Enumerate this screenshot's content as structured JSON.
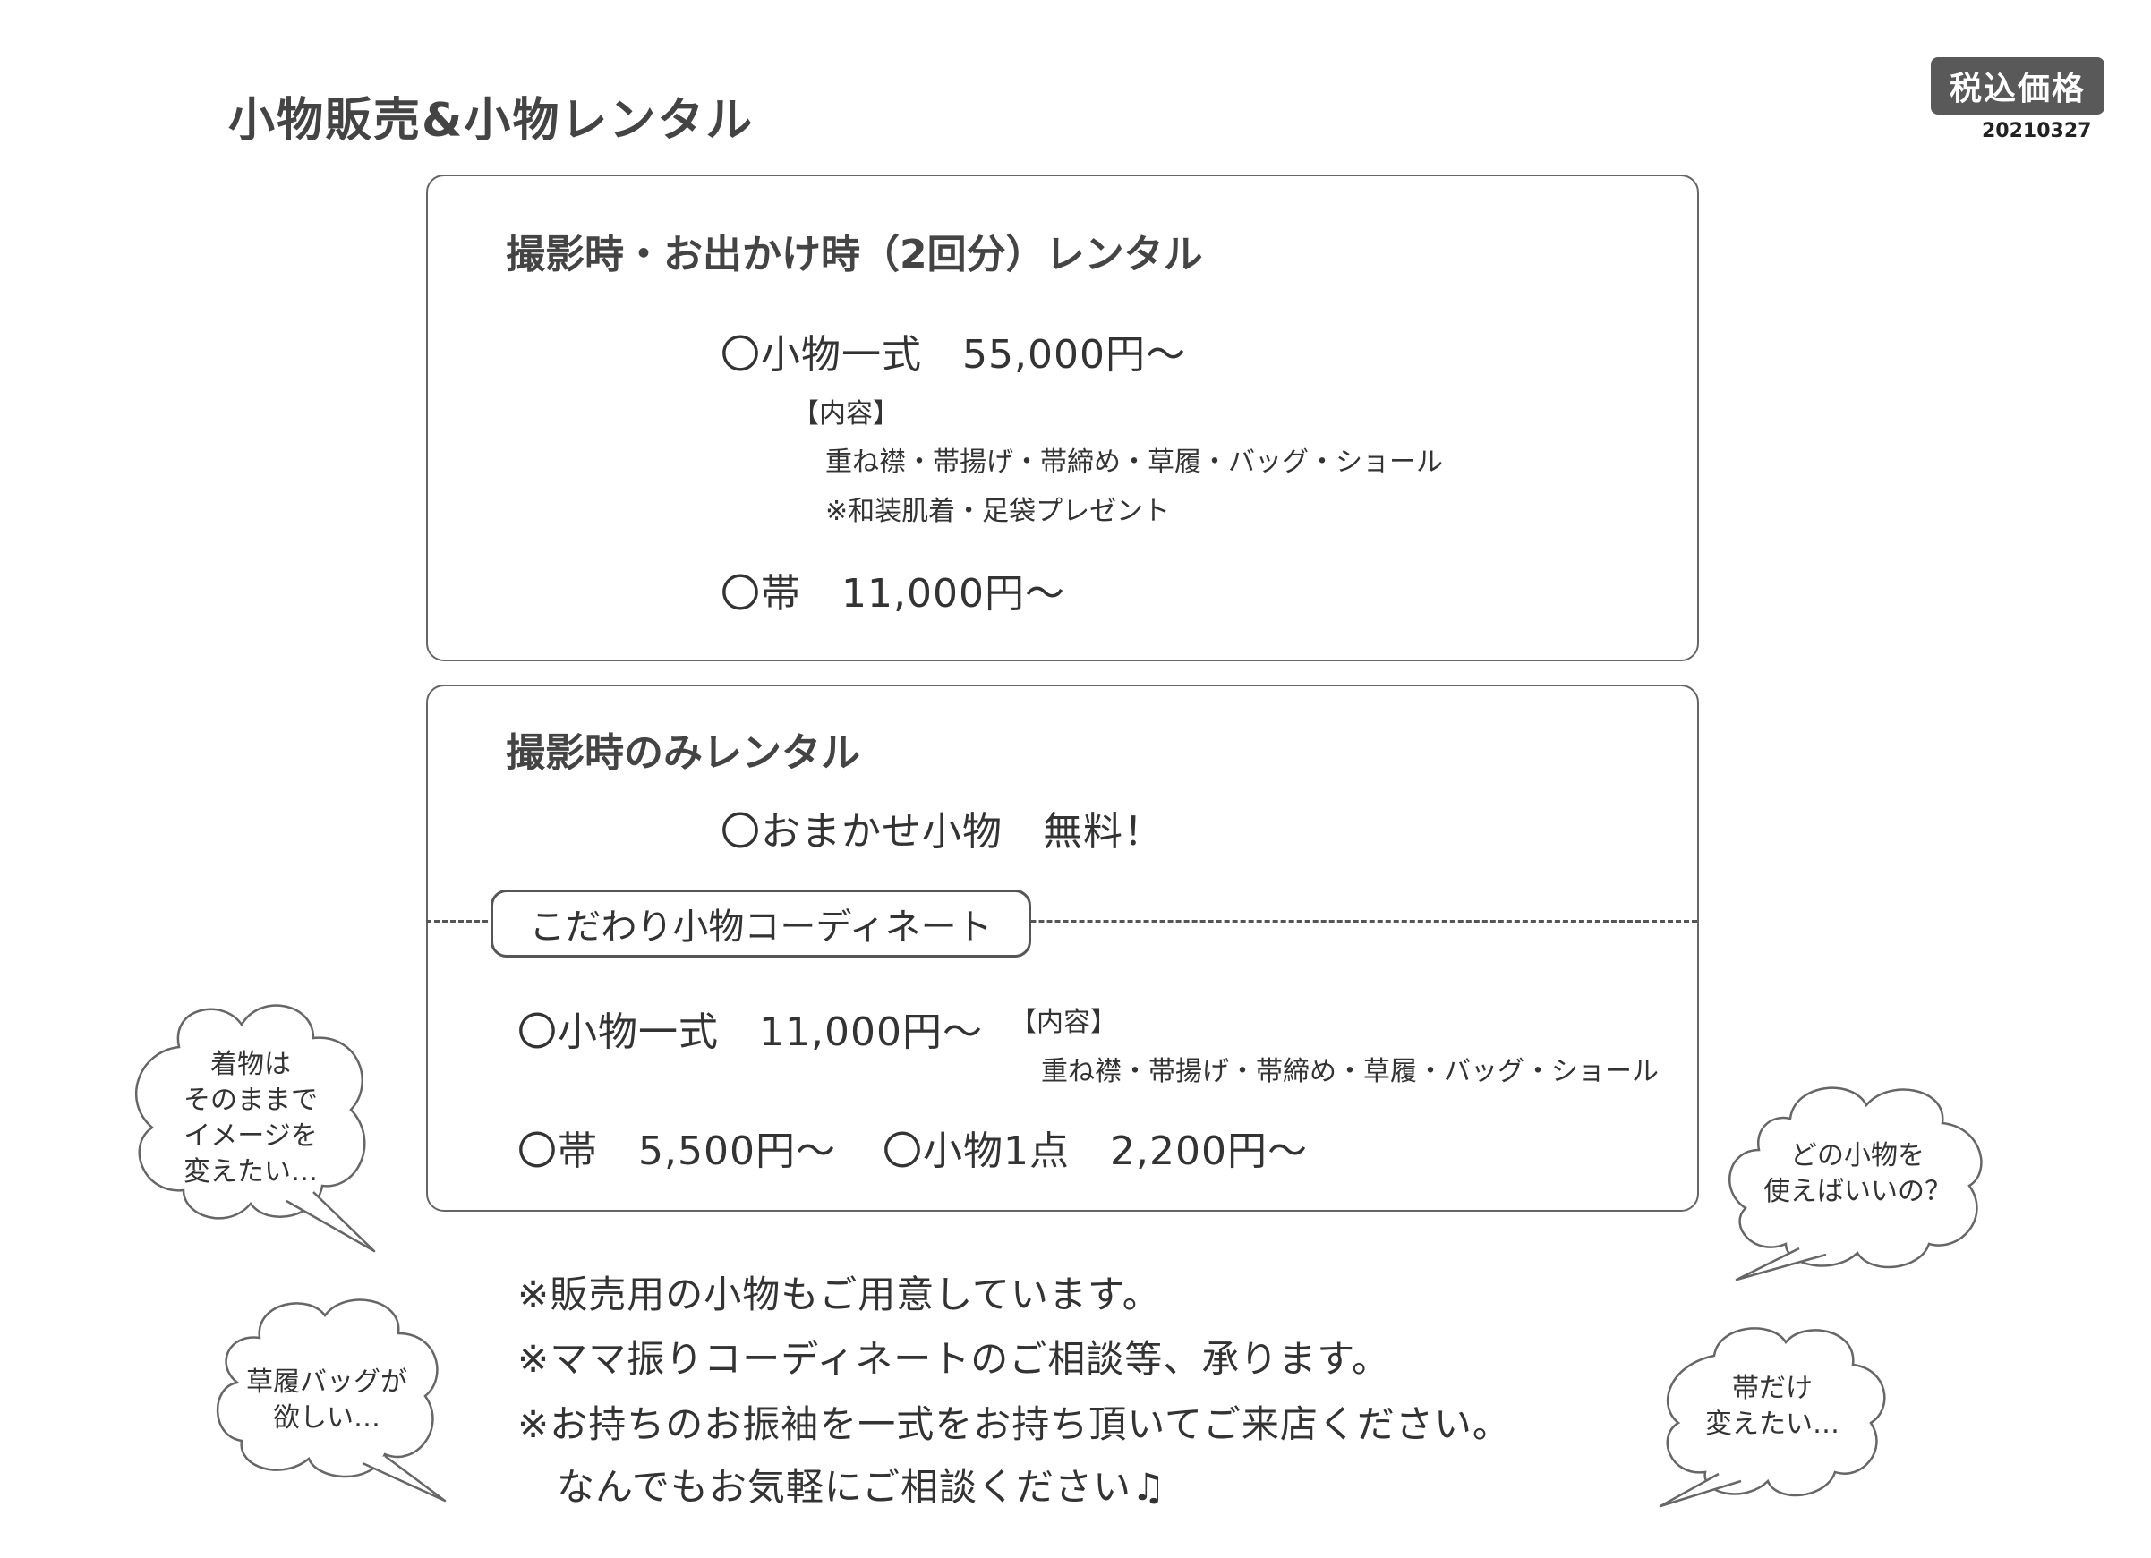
{
  "header": {
    "title": "小物販売&小物レンタル",
    "tax_badge": "税込価格",
    "date_code": "20210327"
  },
  "section1": {
    "heading": "撮影時・お出かけ時（2回分）レンタル",
    "set_item": "〇小物一式　55,000円～",
    "contents_label": "【内容】",
    "contents_line": "重ね襟・帯揚げ・帯締め・草履・バッグ・ショール",
    "present_line": "※和装肌着・足袋プレゼント",
    "obi_item": "〇帯　11,000円～"
  },
  "section2": {
    "heading": "撮影時のみレンタル",
    "free_item": "〇おまかせ小物　無料！",
    "coordinate_tab": "こだわり小物コーディネート",
    "set_item": "〇小物一式　11,000円～",
    "contents_label": "【内容】",
    "contents_line": "重ね襟・帯揚げ・帯締め・草履・バッグ・ショール",
    "obi_item": "〇帯　5,500円～",
    "single_item": "〇小物1点　2,200円～"
  },
  "notes": [
    "※販売用の小物もご用意しています。",
    "※ママ振りコーディネートのご相談等、承ります。",
    "※お持ちのお振袖を一式をお持ち頂いてご来店ください。",
    "なんでもお気軽にご相談ください♫"
  ],
  "bubbles": {
    "kimono": "着物は\nそのままで\nイメージを\n変えたい…",
    "zori_bag": "草履バッグが\n欲しい…",
    "which_item": "どの小物を\n使えばいいの？",
    "obi_only": "帯だけ\n変えたい…"
  },
  "colors": {
    "badge_bg": "#595959",
    "border": "#666666",
    "text": "#333333"
  }
}
